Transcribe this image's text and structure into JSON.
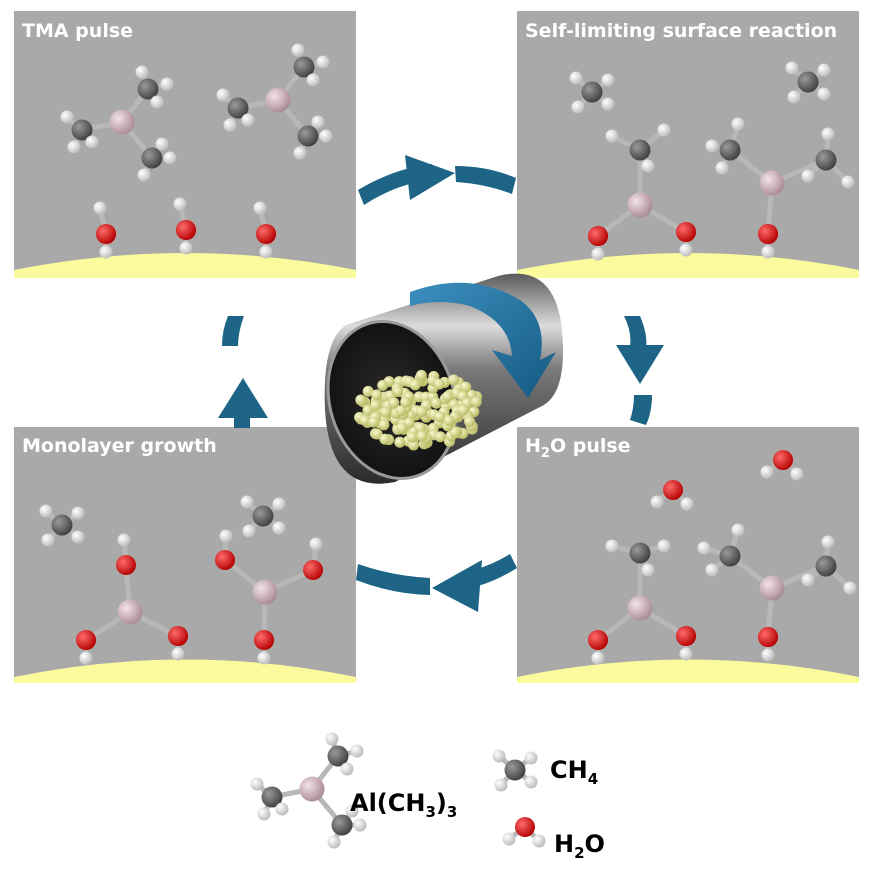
{
  "panels": {
    "tma_pulse": "TMA pulse",
    "self_limiting": "Self-limiting surface reaction",
    "h2o_pulse": {
      "main": "H",
      "sub": "2",
      "tail": "O pulse"
    },
    "monolayer": "Monolayer growth"
  },
  "legend": {
    "tma": {
      "a": "Al(CH",
      "sub": "3",
      "b": ")",
      "sub2": "3"
    },
    "ch4": {
      "a": "CH",
      "sub": "4"
    },
    "h2o": {
      "a": "H",
      "sub": "2",
      "b": "O"
    }
  },
  "colors": {
    "panel_bg": "#a9a9a9",
    "substrate": "#fbfb9e",
    "arrow": "#1d6487",
    "aluminum": "#d7b5c0",
    "carbon": "#6b6b6b",
    "oxygen": "#e41010",
    "hydrogen": "#f2f2f2",
    "particles": "#e6ea92"
  }
}
